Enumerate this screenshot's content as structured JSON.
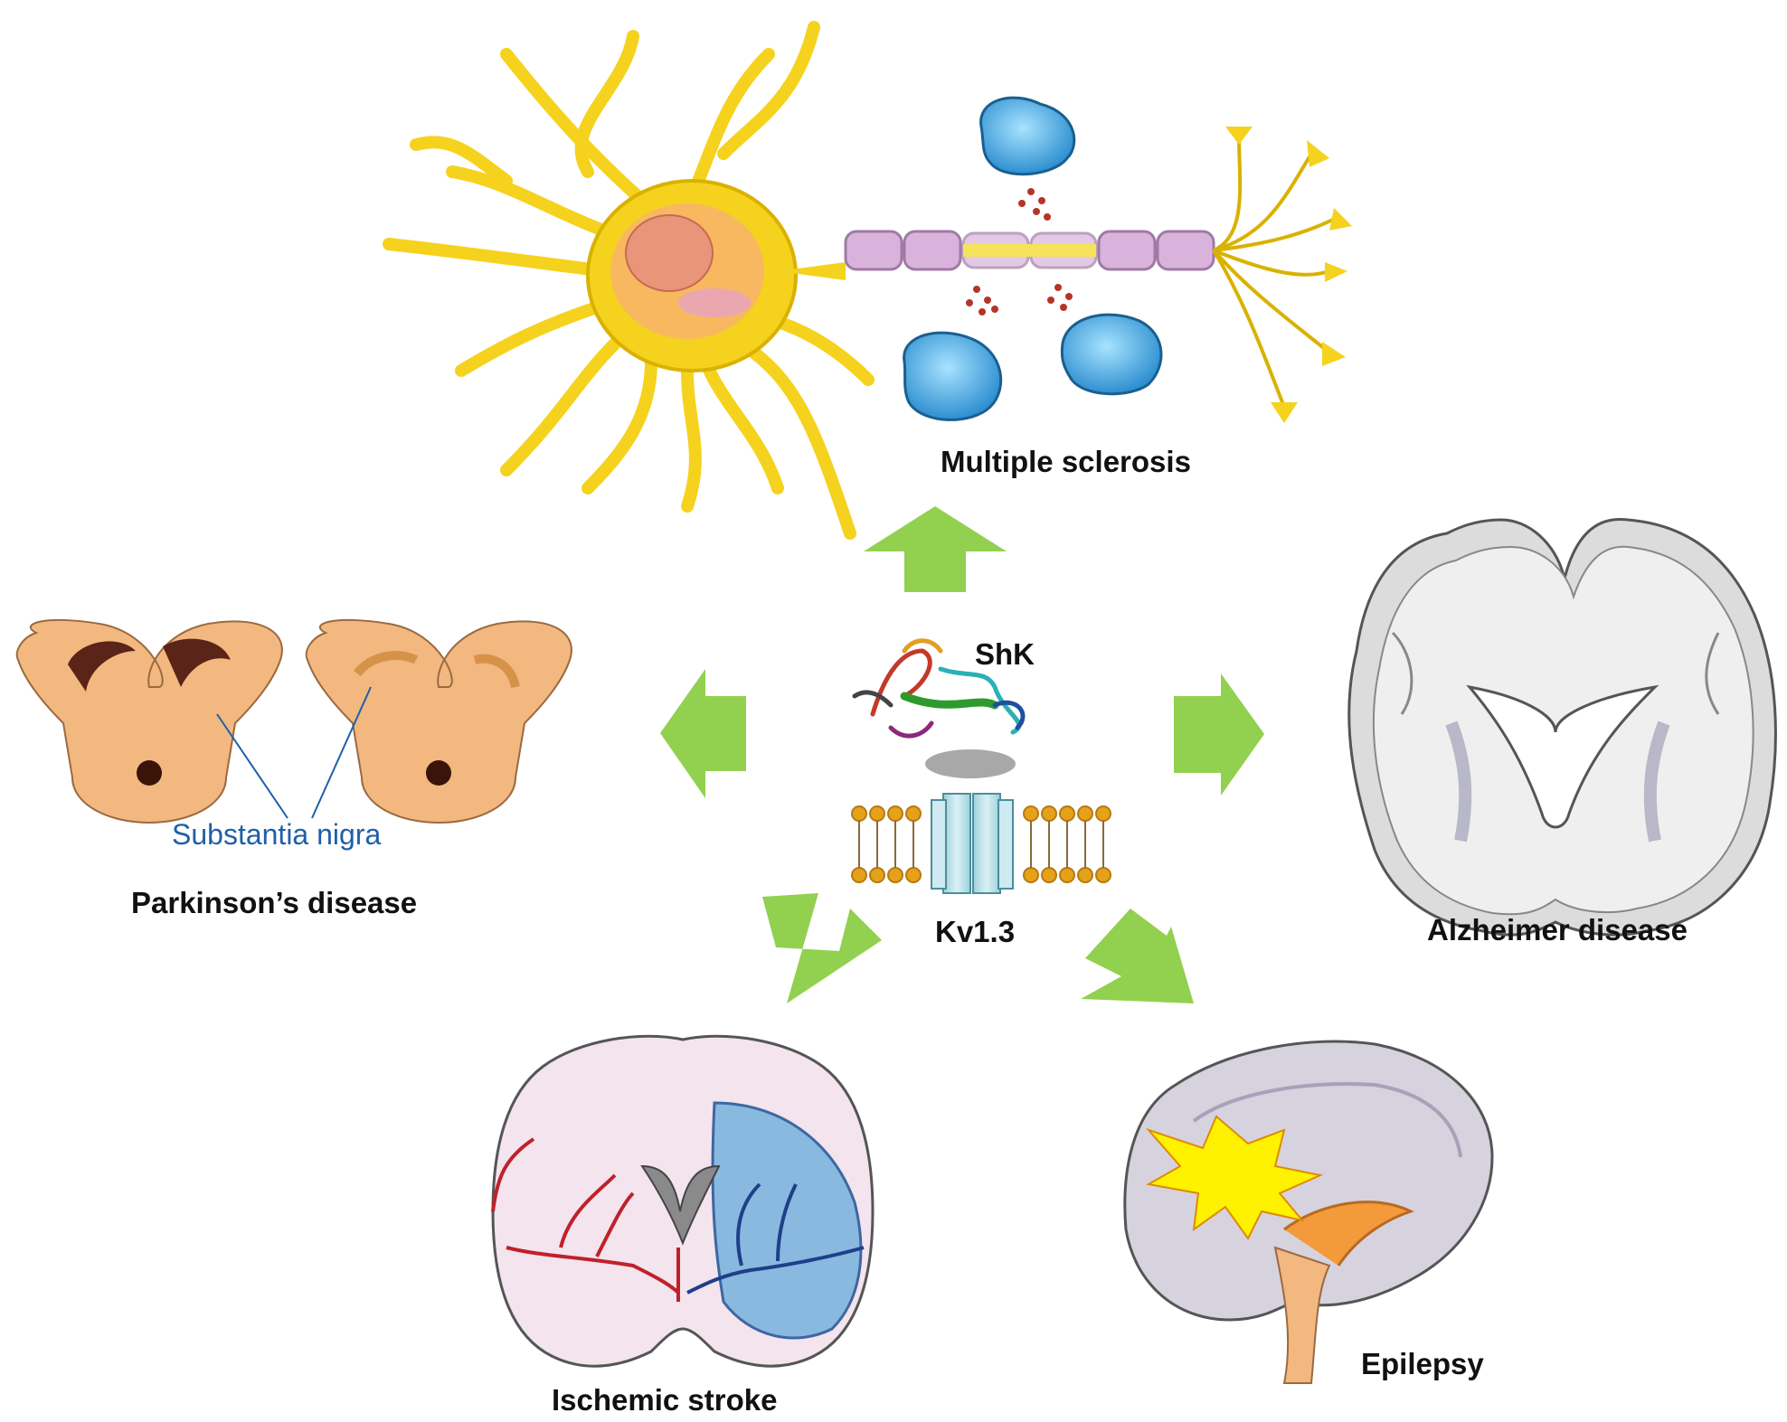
{
  "labels": {
    "ms": "Multiple sclerosis",
    "shk": "ShK",
    "kv": "Kv1.3",
    "pd": "Parkinson’s disease",
    "sn": "Substantia nigra",
    "ad": "Alzheimer disease",
    "stroke": "Ischemic stroke",
    "epilepsy": "Epilepsy"
  },
  "colors": {
    "arrow": "#92d050",
    "neuron": "#f5d21e",
    "myelin": "#d9b3dc",
    "microglia": "#4fb3e6",
    "pd_tissue": "#f2b880",
    "sn_line": "#1f5fa8",
    "ischemia": "#7fb5df",
    "seizure": "#fff200",
    "channel": "#bfe3ea",
    "lipid_head": "#e6a11a"
  },
  "icons": {
    "neuron": "neuron-illustration",
    "microglia": "microglia-cell",
    "cytokines": "cytokine-dots",
    "peptide": "shk-peptide",
    "channel": "kv13-channel",
    "membrane": "lipid-bilayer",
    "pd_brain": "midbrain-section",
    "ad_brain": "coronal-brain-section",
    "stroke_brain": "coronal-brain-ischemia",
    "epilepsy_brain": "sagittal-brain-seizure"
  }
}
